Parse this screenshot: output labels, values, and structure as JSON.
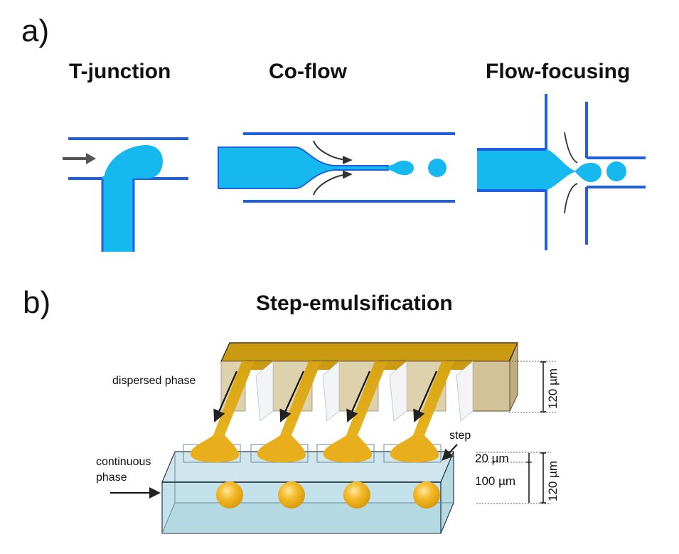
{
  "figure": {
    "panel_a": {
      "label": "a)",
      "methods": [
        {
          "id": "t-junction",
          "title": "T-junction"
        },
        {
          "id": "co-flow",
          "title": "Co-flow"
        },
        {
          "id": "flow-focusing",
          "title": "Flow-focusing"
        }
      ]
    },
    "panel_b": {
      "label": "b)",
      "title": "Step-emulsification",
      "annotations": {
        "dispersed_phase": "dispersed phase",
        "continuous_phase_line1": "continuous",
        "continuous_phase_line2": "phase",
        "step": "step"
      },
      "dimensions": {
        "upper_channel_height": "120 µm",
        "step_height": "20 µm",
        "lower_channel_height": "100 µm",
        "total_height": "120 µm"
      },
      "nozzle_count": 4,
      "droplet_count": 4
    },
    "colors": {
      "channel_wall": "#1f5fe0",
      "fluid_blue": "#16b8f0",
      "arrow_gray": "#555555",
      "dispersed_gold": "#c99a12",
      "droplet_gold": "#f2b31c",
      "continuous_cyan": "#cfe8ef"
    }
  }
}
